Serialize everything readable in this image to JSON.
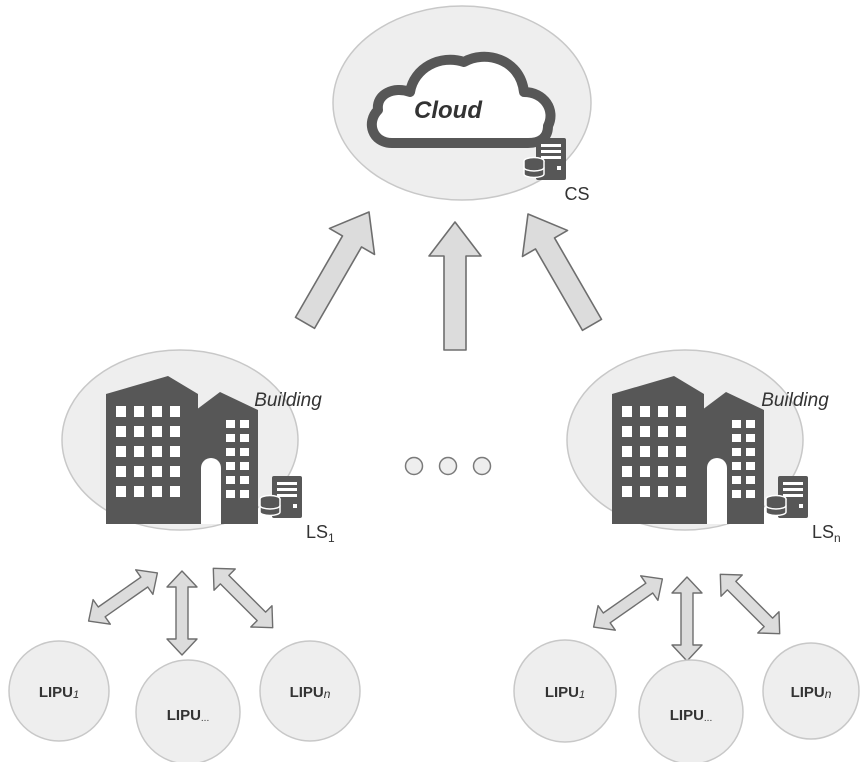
{
  "cloud": {
    "label": "Cloud",
    "server_label": "CS"
  },
  "buildings": [
    {
      "label": "Building",
      "server_label_main": "LS",
      "server_label_sub": "1"
    },
    {
      "label": "Building",
      "server_label_main": "LS",
      "server_label_sub": "n"
    }
  ],
  "ellipsis": "dots",
  "lipus": [
    {
      "main": "LIPU",
      "sub": "1"
    },
    {
      "main": "LIPU",
      "sub": "..."
    },
    {
      "main": "LIPU",
      "sub": "n"
    },
    {
      "main": "LIPU",
      "sub": "1"
    },
    {
      "main": "LIPU",
      "sub": "..."
    },
    {
      "main": "LIPU",
      "sub": "n"
    }
  ],
  "colors": {
    "node_fill": "#eeeeee",
    "node_stroke": "#c8c8c8",
    "icon": "#575757",
    "arrow_fill": "#dcdcdc",
    "arrow_stroke": "#6e6e6e"
  }
}
